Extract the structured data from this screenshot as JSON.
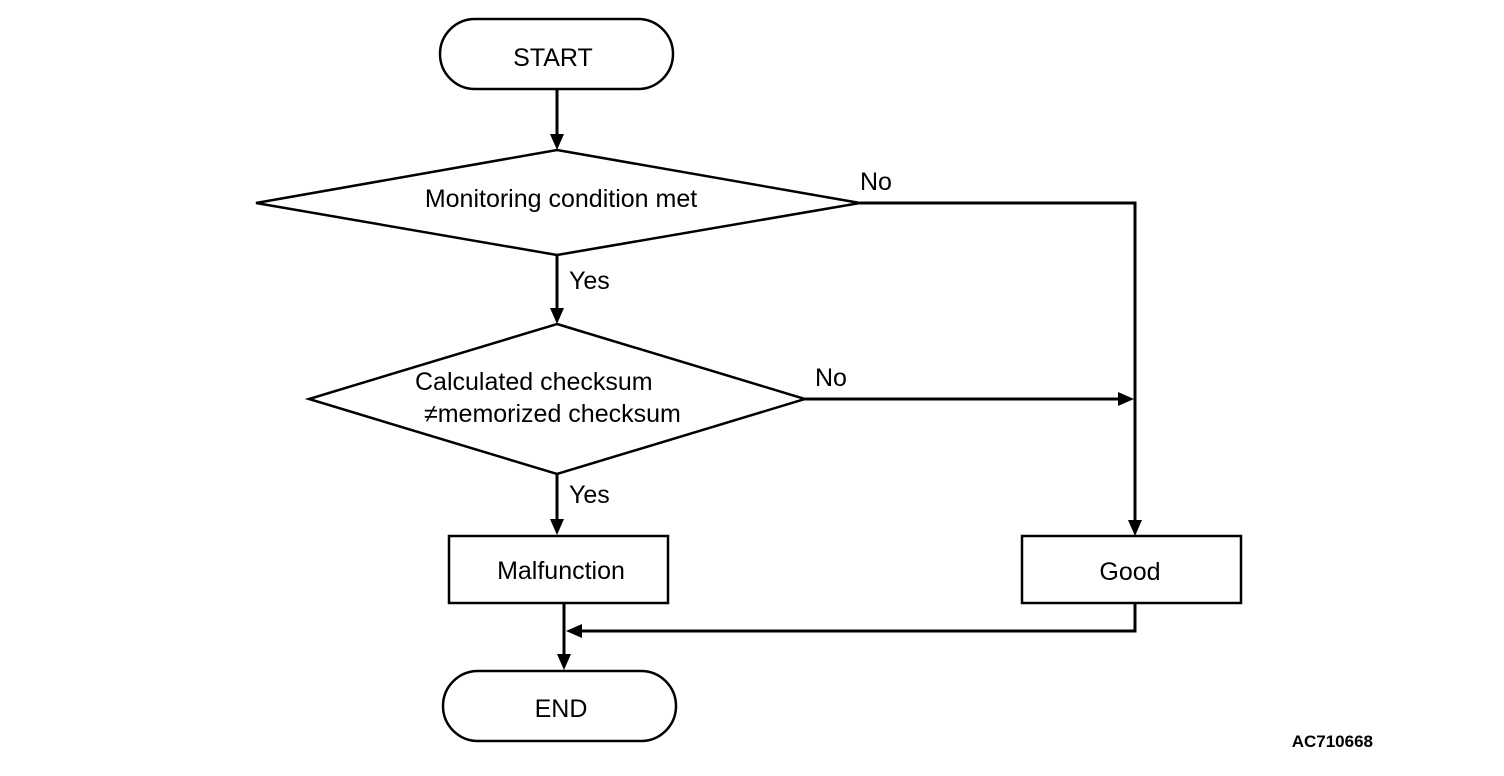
{
  "nodes": {
    "start": "START",
    "decision_monitoring": "Monitoring condition met",
    "decision_checksum_line1": "Calculated checksum",
    "decision_checksum_line2": "≠memorized checksum",
    "malfunction": "Malfunction",
    "good": "Good",
    "end": "END"
  },
  "edge_labels": {
    "monitoring_no": "No",
    "monitoring_yes": "Yes",
    "checksum_no": "No",
    "checksum_yes": "Yes"
  },
  "figure_code": "AC710668"
}
